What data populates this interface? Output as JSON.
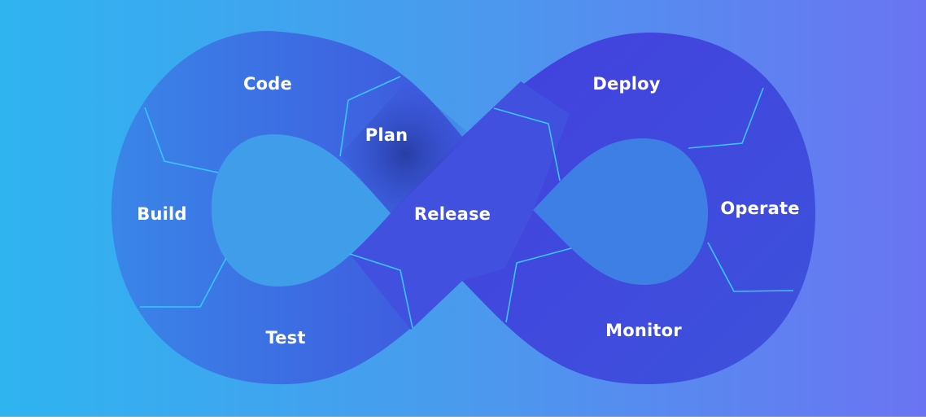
{
  "colors": {
    "bg_left": "#2fb4f0",
    "bg_right": "#6a74f2",
    "loop_left": "#3a7ce6",
    "loop_right": "#3e48dc",
    "hole": "#3f9de9",
    "divider": "#38c6ff",
    "label": "#ffffff"
  },
  "stages": {
    "code": "Code",
    "plan": "Plan",
    "build": "Build",
    "test": "Test",
    "release": "Release",
    "deploy": "Deploy",
    "operate": "Operate",
    "monitor": "Monitor"
  }
}
